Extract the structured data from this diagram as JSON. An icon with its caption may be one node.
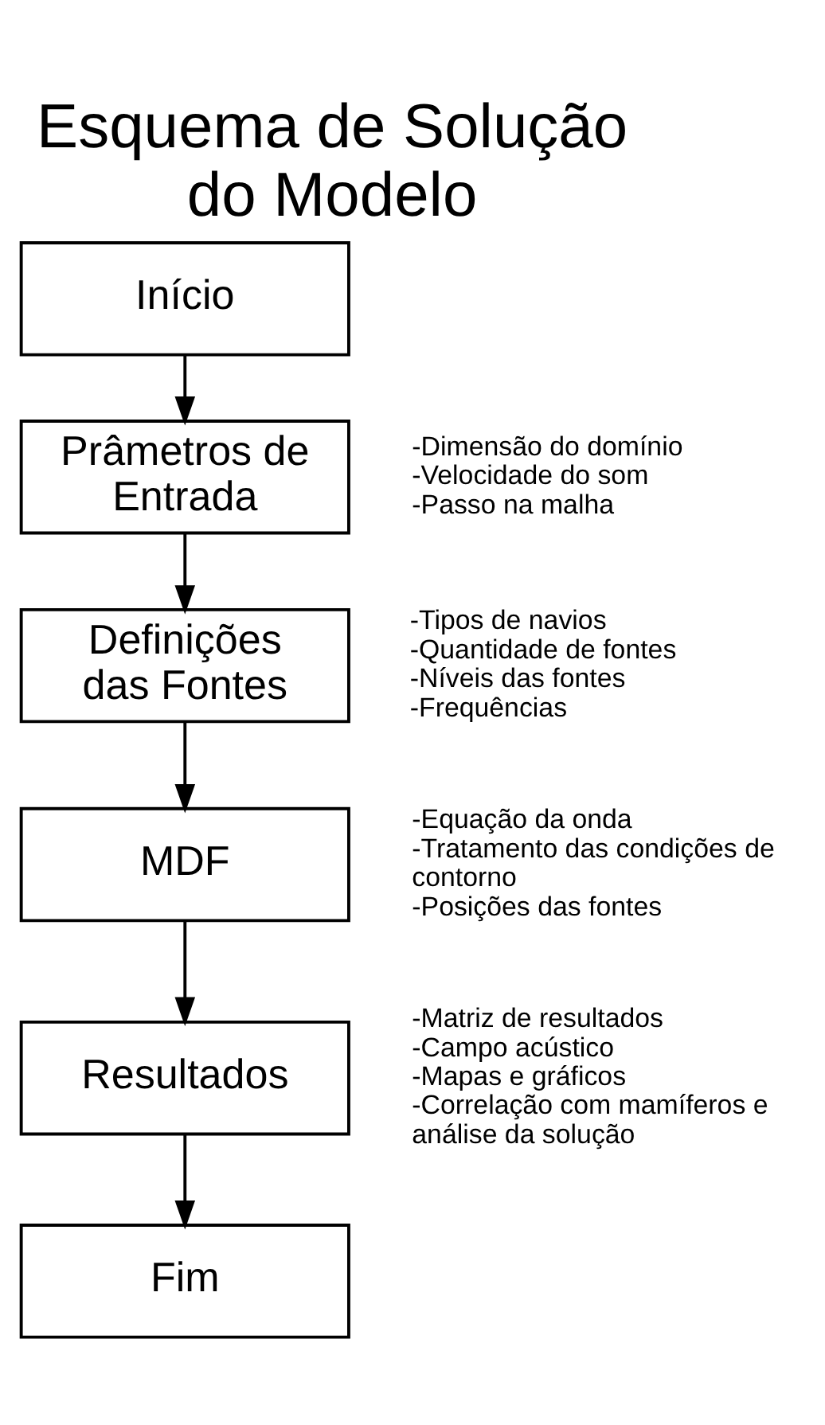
{
  "diagram": {
    "title": "Esquema de Solução do Modelo",
    "nodes": [
      {
        "text": [
          "Início"
        ]
      },
      {
        "text": [
          "Prâmetros de Entrada"
        ],
        "beside": [
          "-Dimensão do domínio",
          "-Velocidade do som",
          "-Passo na malha"
        ]
      },
      {
        "text": [
          "Definições das Fontes"
        ],
        "beside": [
          "-Tipos de navios",
          "-Quantidade de fontes",
          "-Níveis das fontes",
          "-Frequências"
        ]
      },
      {
        "text": [
          "MDF"
        ],
        "beside": [
          "-Equação da onda",
          "-Tratamento das condições de contorno",
          "-Posições das fontes"
        ]
      },
      {
        "text": [
          "Resultados"
        ],
        "beside": [
          "-Matriz de resultados",
          "-Campo acústico",
          "-Mapas e gráficos",
          "-Correlação com mamíferos e análise da solução"
        ]
      },
      {
        "text": [
          "Fim"
        ]
      }
    ],
    "edges": [
      {
        "from": 0,
        "to": 1,
        "arrow": "to"
      },
      {
        "from": 1,
        "to": 2,
        "arrow": "to"
      },
      {
        "from": 2,
        "to": 3,
        "arrow": "to"
      },
      {
        "from": 3,
        "to": 4,
        "arrow": "to"
      },
      {
        "from": 4,
        "to": 5,
        "arrow": "to"
      }
    ]
  }
}
